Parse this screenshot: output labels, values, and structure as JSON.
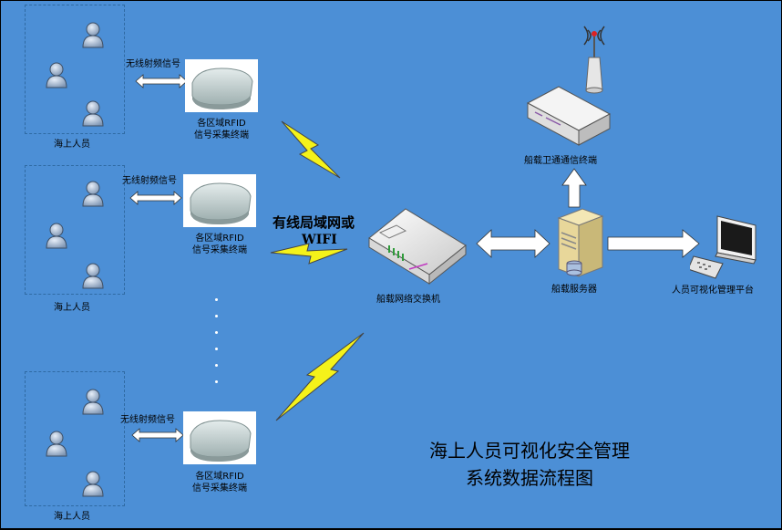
{
  "zones": [
    {
      "label": "海上人员",
      "radio_label": "无线射频信号",
      "reader_label_1": "各区域RFID",
      "reader_label_2": "信号采集终端"
    },
    {
      "label": "海上人员",
      "radio_label": "无线射频信号",
      "reader_label_1": "各区域RFID",
      "reader_label_2": "信号采集终端"
    },
    {
      "label": "海上人员",
      "radio_label": "无线射频信号",
      "reader_label_1": "各区域RFID",
      "reader_label_2": "信号采集终端"
    }
  ],
  "network": {
    "wired_label": "有线局域网或",
    "wifi_label": "WIFI",
    "switch_label": "船载网络交换机"
  },
  "server_label": "船载服务器",
  "satellite_label": "船载卫通通信终端",
  "platform_label": "人员可视化管理平台",
  "title_line1": "海上人员可视化安全管理",
  "title_line2": "系统数据流程图",
  "colors": {
    "background": "#4c8fd6",
    "lightning": "#f5f21a",
    "arrow": "#ffffff"
  }
}
